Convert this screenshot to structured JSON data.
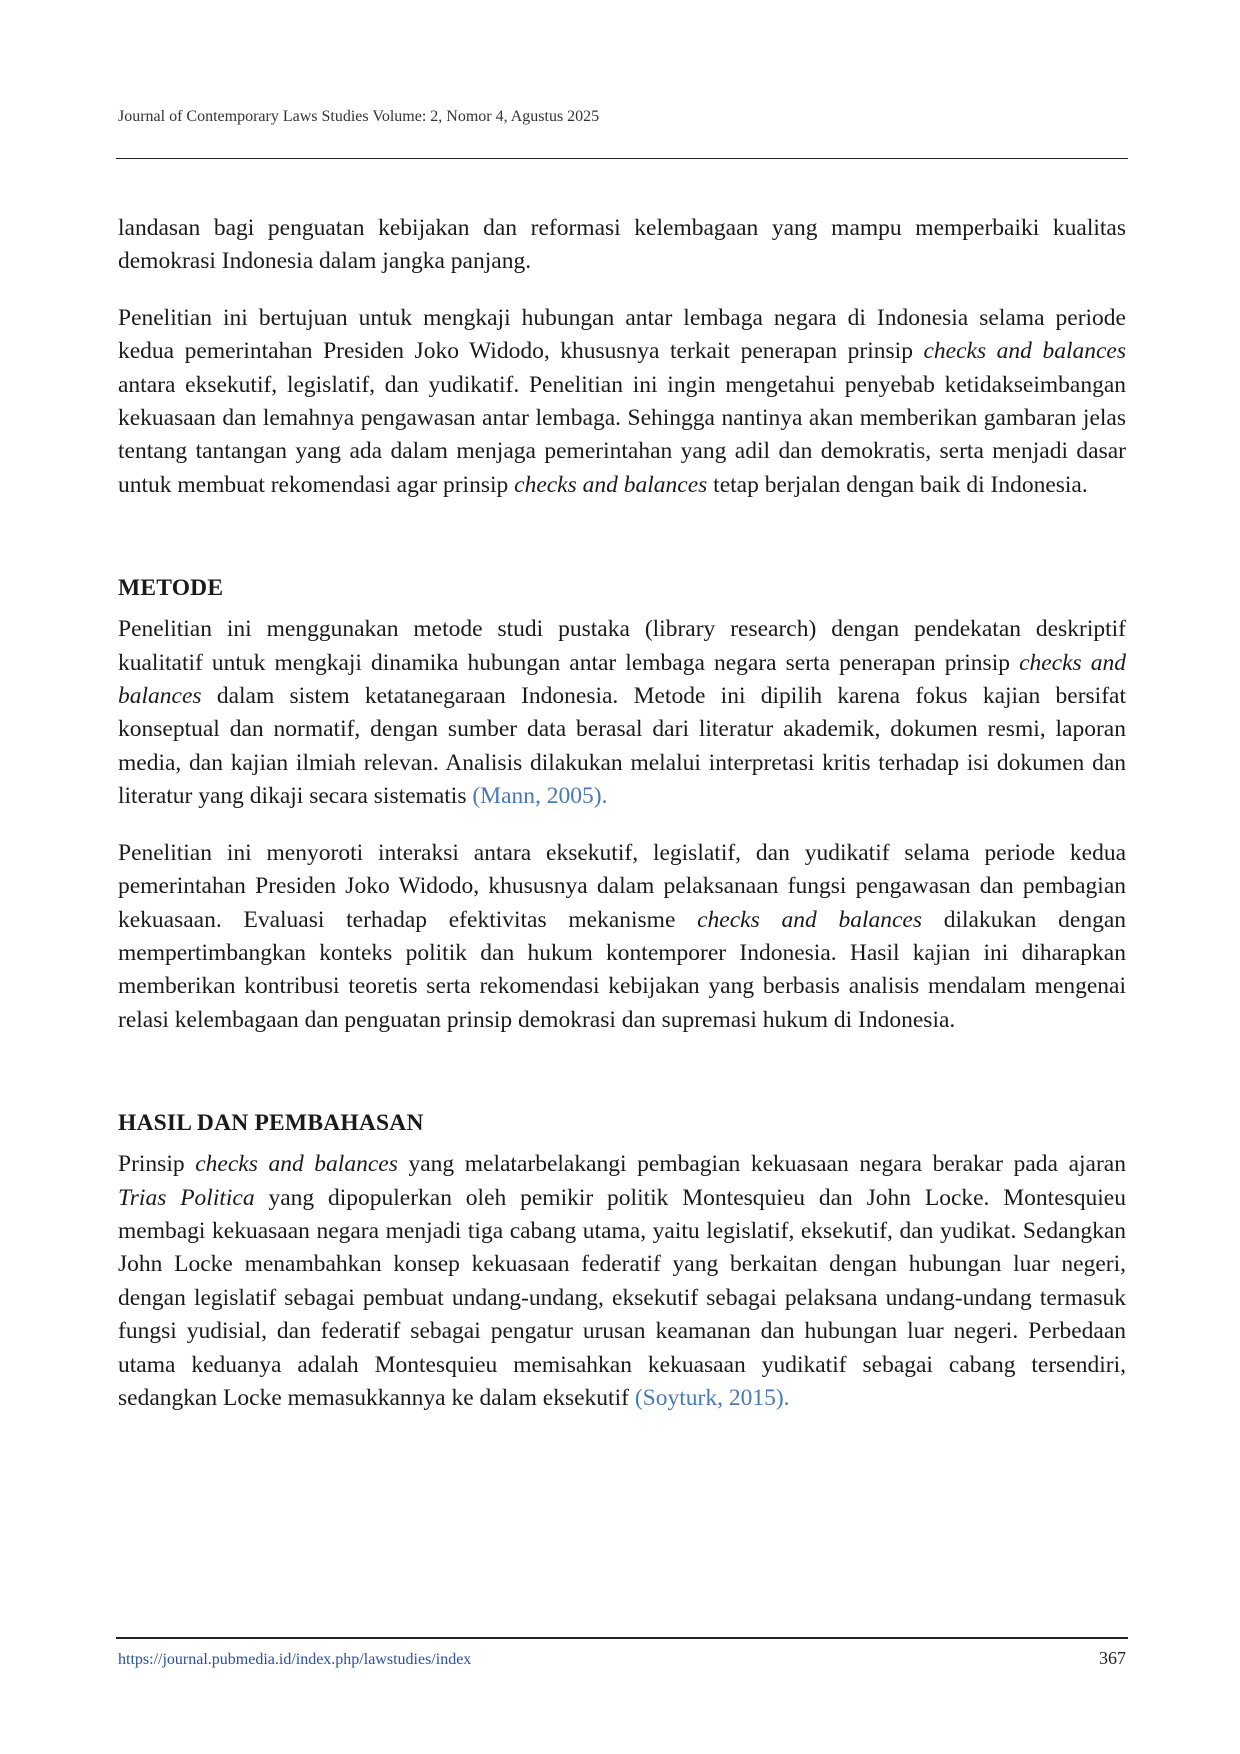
{
  "header": {
    "running_head": "Journal of Contemporary Laws Studies Volume: 2, Nomor 4, Agustus 2025"
  },
  "intro": {
    "p1": {
      "text": "landasan bagi penguatan kebijakan dan reformasi kelembagaan yang mampu memperbaiki kualitas demokrasi Indonesia dalam jangka panjang."
    },
    "p2": {
      "t1": "Penelitian ini bertujuan untuk mengkaji hubungan antar lembaga negara di Indonesia selama periode kedua pemerintahan Presiden Joko Widodo, khususnya terkait penerapan prinsip ",
      "e1": "checks and balances",
      "t2": " antara eksekutif, legislatif, dan yudikatif. Penelitian ini ingin mengetahui penyebab ketidakseimbangan kekuasaan dan lemahnya pengawasan antar lembaga. Sehingga nantinya akan memberikan gambaran jelas tentang tantangan yang ada dalam menjaga pemerintahan yang adil dan demokratis, serta menjadi dasar untuk membuat rekomendasi agar prinsip ",
      "e2": "checks and balances",
      "t3": " tetap berjalan dengan baik di Indonesia."
    }
  },
  "metode": {
    "heading": "METODE",
    "p1": {
      "t1": "Penelitian ini menggunakan metode studi pustaka (library research) dengan pendekatan deskriptif kualitatif untuk mengkaji dinamika hubungan antar lembaga negara serta penerapan prinsip ",
      "e1": "checks and balances",
      "t2": " dalam sistem ketatanegaraan Indonesia. Metode ini dipilih karena fokus kajian bersifat konseptual dan normatif, dengan sumber data berasal dari literatur akademik, dokumen resmi, laporan media, dan kajian ilmiah relevan. Analisis dilakukan melalui interpretasi kritis terhadap isi dokumen dan literatur yang dikaji secara sistematis ",
      "cite": "(Mann, 2005)."
    },
    "p2": {
      "t1": "Penelitian ini menyoroti interaksi antara eksekutif, legislatif, dan yudikatif selama periode kedua pemerintahan Presiden Joko Widodo, khususnya dalam pelaksanaan fungsi pengawasan dan pembagian kekuasaan. Evaluasi terhadap efektivitas mekanisme ",
      "e1": "checks and balances",
      "t2": " dilakukan dengan mempertimbangkan konteks politik dan hukum kontemporer Indonesia. Hasil kajian ini diharapkan memberikan kontribusi teoretis serta rekomendasi kebijakan yang berbasis analisis mendalam mengenai relasi kelembagaan dan penguatan prinsip demokrasi dan supremasi hukum di Indonesia."
    }
  },
  "hasil": {
    "heading": "HASIL DAN PEMBAHASAN",
    "p1": {
      "t1": "Prinsip ",
      "e1": "checks and balances",
      "t2": " yang melatarbelakangi pembagian kekuasaan negara berakar pada ajaran ",
      "e2": "Trias Politica",
      "t3": " yang dipopulerkan oleh pemikir politik Montesquieu dan John Locke. Montesquieu membagi kekuasaan negara menjadi tiga cabang utama, yaitu legislatif, eksekutif, dan yudikat. Sedangkan John Locke menambahkan konsep kekuasaan federatif yang berkaitan dengan hubungan luar negeri, dengan legislatif sebagai pembuat undang-undang, eksekutif sebagai pelaksana undang-undang termasuk fungsi yudisial, dan federatif sebagai pengatur urusan keamanan dan hubungan luar negeri. Perbedaan utama keduanya adalah Montesquieu memisahkan kekuasaan yudikatif sebagai cabang tersendiri, sedangkan Locke memasukkannya ke dalam eksekutif ",
      "cite": "(Soyturk, 2015)."
    }
  },
  "footer": {
    "url": "https://journal.pubmedia.id/index.php/lawstudies/index",
    "page_number": "367"
  }
}
